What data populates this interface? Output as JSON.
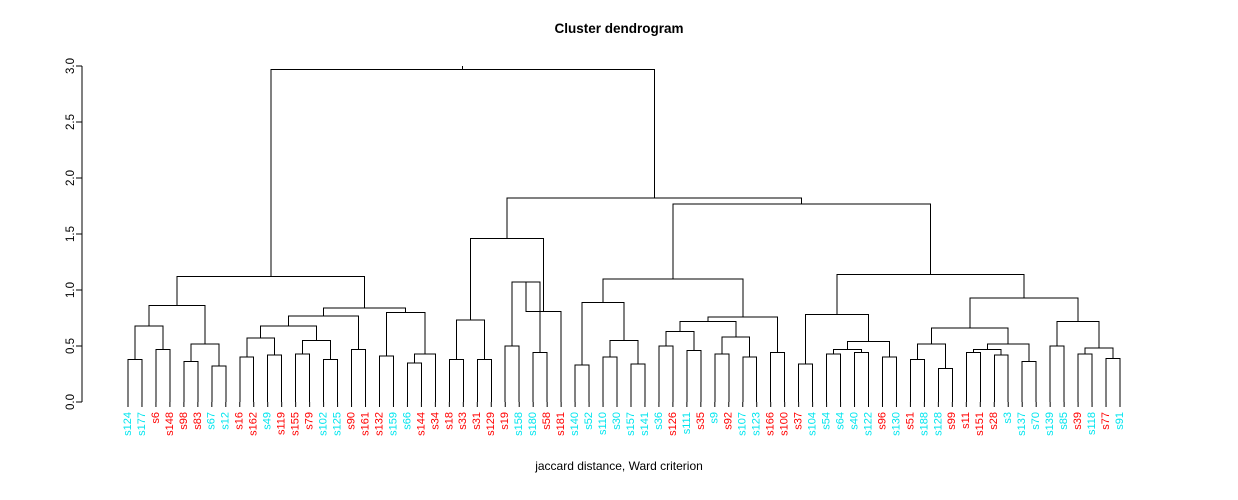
{
  "plot": {
    "title": "Cluster dendrogram",
    "xlabel": "jaccard distance, Ward criterion",
    "ylabel": ""
  },
  "colors": {
    "cyan": "#00E5EE",
    "red": "#FF0000",
    "line": "#000000",
    "background": "#FFFFFF"
  },
  "chart_data": {
    "type": "dendrogram",
    "title": "Cluster dendrogram",
    "xlabel": "jaccard distance, Ward criterion",
    "ylabel": "",
    "ylim": [
      0,
      3.0
    ],
    "yticks": [
      "0.0",
      "0.5",
      "1.0",
      "1.5",
      "2.0",
      "2.5",
      "3.0"
    ],
    "ytick_values": [
      0.0,
      0.5,
      1.0,
      1.5,
      2.0,
      2.5,
      3.0
    ],
    "grid": false,
    "legend": "none",
    "n_leaves": 76,
    "leaves": [
      {
        "label": "s124",
        "color": "cyan"
      },
      {
        "label": "s177",
        "color": "cyan"
      },
      {
        "label": "s6",
        "color": "red"
      },
      {
        "label": "s148",
        "color": "red"
      },
      {
        "label": "s98",
        "color": "red"
      },
      {
        "label": "s83",
        "color": "red"
      },
      {
        "label": "s67",
        "color": "cyan"
      },
      {
        "label": "s12",
        "color": "cyan"
      },
      {
        "label": "s16",
        "color": "red"
      },
      {
        "label": "s162",
        "color": "red"
      },
      {
        "label": "s49",
        "color": "cyan"
      },
      {
        "label": "s119",
        "color": "red"
      },
      {
        "label": "s155",
        "color": "red"
      },
      {
        "label": "s79",
        "color": "red"
      },
      {
        "label": "s102",
        "color": "cyan"
      },
      {
        "label": "s125",
        "color": "cyan"
      },
      {
        "label": "s90",
        "color": "red"
      },
      {
        "label": "s161",
        "color": "red"
      },
      {
        "label": "s132",
        "color": "red"
      },
      {
        "label": "s159",
        "color": "cyan"
      },
      {
        "label": "s66",
        "color": "cyan"
      },
      {
        "label": "s144",
        "color": "red"
      },
      {
        "label": "s34",
        "color": "red"
      },
      {
        "label": "s18",
        "color": "red"
      },
      {
        "label": "s33",
        "color": "red"
      },
      {
        "label": "s31",
        "color": "red"
      },
      {
        "label": "s129",
        "color": "red"
      },
      {
        "label": "s19",
        "color": "red"
      },
      {
        "label": "s158",
        "color": "cyan"
      },
      {
        "label": "s180",
        "color": "cyan"
      },
      {
        "label": "s58",
        "color": "red"
      },
      {
        "label": "s181",
        "color": "red"
      },
      {
        "label": "s140",
        "color": "cyan"
      },
      {
        "label": "s52",
        "color": "cyan"
      },
      {
        "label": "s110",
        "color": "cyan"
      },
      {
        "label": "s30",
        "color": "cyan"
      },
      {
        "label": "s157",
        "color": "cyan"
      },
      {
        "label": "s141",
        "color": "cyan"
      },
      {
        "label": "s36",
        "color": "cyan"
      },
      {
        "label": "s126",
        "color": "red"
      },
      {
        "label": "s111",
        "color": "cyan"
      },
      {
        "label": "s35",
        "color": "red"
      },
      {
        "label": "s9",
        "color": "cyan"
      },
      {
        "label": "s92",
        "color": "red"
      },
      {
        "label": "s107",
        "color": "cyan"
      },
      {
        "label": "s123",
        "color": "cyan"
      },
      {
        "label": "s166",
        "color": "red"
      },
      {
        "label": "s100",
        "color": "red"
      },
      {
        "label": "s37",
        "color": "red"
      },
      {
        "label": "s104",
        "color": "cyan"
      },
      {
        "label": "s54",
        "color": "cyan"
      },
      {
        "label": "s64",
        "color": "cyan"
      },
      {
        "label": "s40",
        "color": "cyan"
      },
      {
        "label": "s122",
        "color": "cyan"
      },
      {
        "label": "s96",
        "color": "red"
      },
      {
        "label": "s130",
        "color": "cyan"
      },
      {
        "label": "s51",
        "color": "red"
      },
      {
        "label": "s188",
        "color": "cyan"
      },
      {
        "label": "s128",
        "color": "cyan"
      },
      {
        "label": "s99",
        "color": "red"
      },
      {
        "label": "s11",
        "color": "red"
      },
      {
        "label": "s151",
        "color": "red"
      },
      {
        "label": "s28",
        "color": "red"
      },
      {
        "label": "s3",
        "color": "cyan"
      },
      {
        "label": "s137",
        "color": "cyan"
      },
      {
        "label": "s70",
        "color": "cyan"
      },
      {
        "label": "s139",
        "color": "cyan"
      },
      {
        "label": "s85",
        "color": "cyan"
      },
      {
        "label": "s39",
        "color": "red"
      },
      {
        "label": "s118",
        "color": "cyan"
      },
      {
        "label": "s77",
        "color": "red"
      },
      {
        "label": "s91",
        "color": "cyan"
      }
    ],
    "merges": [
      {
        "id": "m1",
        "a": {
          "leaf": 0
        },
        "b": {
          "leaf": 1
        },
        "height": 0.38
      },
      {
        "id": "m2",
        "a": {
          "leaf": 2
        },
        "b": {
          "leaf": 3
        },
        "height": 0.47
      },
      {
        "id": "m3",
        "a": {
          "node": "m1"
        },
        "b": {
          "node": "m2"
        },
        "height": 0.68
      },
      {
        "id": "m4",
        "a": {
          "leaf": 4
        },
        "b": {
          "leaf": 5
        },
        "height": 0.36
      },
      {
        "id": "m5",
        "a": {
          "leaf": 6
        },
        "b": {
          "leaf": 7
        },
        "height": 0.32
      },
      {
        "id": "m6",
        "a": {
          "node": "m4"
        },
        "b": {
          "node": "m5"
        },
        "height": 0.52
      },
      {
        "id": "m7",
        "a": {
          "node": "m3"
        },
        "b": {
          "node": "m6"
        },
        "height": 0.86
      },
      {
        "id": "m8",
        "a": {
          "leaf": 8
        },
        "b": {
          "leaf": 9
        },
        "height": 0.4
      },
      {
        "id": "m9",
        "a": {
          "leaf": 10
        },
        "b": {
          "leaf": 11
        },
        "height": 0.42
      },
      {
        "id": "m10",
        "a": {
          "node": "m8"
        },
        "b": {
          "node": "m9"
        },
        "height": 0.57
      },
      {
        "id": "m11",
        "a": {
          "leaf": 12
        },
        "b": {
          "leaf": 13
        },
        "height": 0.43
      },
      {
        "id": "m12",
        "a": {
          "leaf": 14
        },
        "b": {
          "leaf": 15
        },
        "height": 0.38
      },
      {
        "id": "m13",
        "a": {
          "node": "m11"
        },
        "b": {
          "node": "m12"
        },
        "height": 0.55
      },
      {
        "id": "m14",
        "a": {
          "node": "m10"
        },
        "b": {
          "node": "m13"
        },
        "height": 0.68
      },
      {
        "id": "m15",
        "a": {
          "leaf": 16
        },
        "b": {
          "leaf": 17
        },
        "height": 0.47
      },
      {
        "id": "m16",
        "a": {
          "node": "m14"
        },
        "b": {
          "node": "m15"
        },
        "height": 0.77
      },
      {
        "id": "m17",
        "a": {
          "leaf": 18
        },
        "b": {
          "leaf": 19
        },
        "height": 0.41
      },
      {
        "id": "m18",
        "a": {
          "leaf": 20
        },
        "b": {
          "leaf": 21
        },
        "height": 0.35
      },
      {
        "id": "m19",
        "a": {
          "leaf": 22
        },
        "b": {
          "node": "m18"
        },
        "height": 0.43
      },
      {
        "id": "m20",
        "a": {
          "node": "m17"
        },
        "b": {
          "node": "m19"
        },
        "height": 0.8
      },
      {
        "id": "m21",
        "a": {
          "node": "m16"
        },
        "b": {
          "node": "m20"
        },
        "height": 0.84
      },
      {
        "id": "m22",
        "a": {
          "node": "m7"
        },
        "b": {
          "node": "m21"
        },
        "height": 1.12
      },
      {
        "id": "m23",
        "a": {
          "leaf": 23
        },
        "b": {
          "leaf": 24
        },
        "height": 0.38
      },
      {
        "id": "m24",
        "a": {
          "leaf": 25
        },
        "b": {
          "leaf": 26
        },
        "height": 0.38
      },
      {
        "id": "m25",
        "a": {
          "node": "m23"
        },
        "b": {
          "node": "m24"
        },
        "height": 0.73
      },
      {
        "id": "m26",
        "a": {
          "leaf": 27
        },
        "b": {
          "leaf": 28
        },
        "height": 0.5
      },
      {
        "id": "m27",
        "a": {
          "leaf": 29
        },
        "b": {
          "leaf": 30
        },
        "height": 0.44
      },
      {
        "id": "m28",
        "a": {
          "node": "m26"
        },
        "b": {
          "node": "m27"
        },
        "height": 1.07
      },
      {
        "id": "m29",
        "a": {
          "node": "m28"
        },
        "b": {
          "leaf": 31
        },
        "height": 0.81
      },
      {
        "id": "m30",
        "a": {
          "node": "m25"
        },
        "b": {
          "node": "m29"
        },
        "height": 1.46
      },
      {
        "id": "m31",
        "a": {
          "leaf": 32
        },
        "b": {
          "leaf": 33
        },
        "height": 0.33
      },
      {
        "id": "m32",
        "a": {
          "leaf": 34
        },
        "b": {
          "leaf": 35
        },
        "height": 0.4
      },
      {
        "id": "m33",
        "a": {
          "leaf": 36
        },
        "b": {
          "leaf": 37
        },
        "height": 0.34
      },
      {
        "id": "m34",
        "a": {
          "node": "m32"
        },
        "b": {
          "node": "m33"
        },
        "height": 0.55
      },
      {
        "id": "m35",
        "a": {
          "node": "m31"
        },
        "b": {
          "node": "m34"
        },
        "height": 0.89
      },
      {
        "id": "m36",
        "a": {
          "leaf": 38
        },
        "b": {
          "leaf": 39
        },
        "height": 0.5
      },
      {
        "id": "m37",
        "a": {
          "leaf": 40
        },
        "b": {
          "leaf": 41
        },
        "height": 0.46
      },
      {
        "id": "m38",
        "a": {
          "node": "m36"
        },
        "b": {
          "node": "m37"
        },
        "height": 0.63
      },
      {
        "id": "m39",
        "a": {
          "leaf": 42
        },
        "b": {
          "leaf": 43
        },
        "height": 0.43
      },
      {
        "id": "m40",
        "a": {
          "leaf": 44
        },
        "b": {
          "leaf": 45
        },
        "height": 0.4
      },
      {
        "id": "m41",
        "a": {
          "node": "m39"
        },
        "b": {
          "node": "m40"
        },
        "height": 0.58
      },
      {
        "id": "m42",
        "a": {
          "node": "m38"
        },
        "b": {
          "node": "m41"
        },
        "height": 0.72
      },
      {
        "id": "m43",
        "a": {
          "leaf": 46
        },
        "b": {
          "leaf": 47
        },
        "height": 0.44
      },
      {
        "id": "m44",
        "a": {
          "node": "m42"
        },
        "b": {
          "node": "m43"
        },
        "height": 0.76
      },
      {
        "id": "m45",
        "a": {
          "node": "m35"
        },
        "b": {
          "node": "m44"
        },
        "height": 1.1
      },
      {
        "id": "m46",
        "a": {
          "leaf": 48
        },
        "b": {
          "leaf": 49
        },
        "height": 0.34
      },
      {
        "id": "m47",
        "a": {
          "leaf": 50
        },
        "b": {
          "leaf": 51
        },
        "height": 0.43
      },
      {
        "id": "m48",
        "a": {
          "leaf": 52
        },
        "b": {
          "leaf": 53
        },
        "height": 0.44
      },
      {
        "id": "m49",
        "a": {
          "node": "m47"
        },
        "b": {
          "node": "m48"
        },
        "height": 0.47
      },
      {
        "id": "m50",
        "a": {
          "leaf": 54
        },
        "b": {
          "leaf": 55
        },
        "height": 0.4
      },
      {
        "id": "m51",
        "a": {
          "node": "m49"
        },
        "b": {
          "node": "m50"
        },
        "height": 0.54
      },
      {
        "id": "m52",
        "a": {
          "node": "m46"
        },
        "b": {
          "node": "m51"
        },
        "height": 0.78
      },
      {
        "id": "m53",
        "a": {
          "leaf": 56
        },
        "b": {
          "leaf": 57
        },
        "height": 0.38
      },
      {
        "id": "m54",
        "a": {
          "leaf": 58
        },
        "b": {
          "leaf": 59
        },
        "height": 0.3
      },
      {
        "id": "m55",
        "a": {
          "node": "m53"
        },
        "b": {
          "node": "m54"
        },
        "height": 0.52
      },
      {
        "id": "m56",
        "a": {
          "leaf": 60
        },
        "b": {
          "leaf": 61
        },
        "height": 0.44
      },
      {
        "id": "m57",
        "a": {
          "leaf": 62
        },
        "b": {
          "leaf": 63
        },
        "height": 0.42
      },
      {
        "id": "m58",
        "a": {
          "node": "m56"
        },
        "b": {
          "node": "m57"
        },
        "height": 0.47
      },
      {
        "id": "m59",
        "a": {
          "leaf": 64
        },
        "b": {
          "leaf": 65
        },
        "height": 0.36
      },
      {
        "id": "m60",
        "a": {
          "node": "m58"
        },
        "b": {
          "node": "m59"
        },
        "height": 0.52
      },
      {
        "id": "m61",
        "a": {
          "node": "m55"
        },
        "b": {
          "node": "m60"
        },
        "height": 0.66
      },
      {
        "id": "m62",
        "a": {
          "leaf": 66
        },
        "b": {
          "leaf": 67
        },
        "height": 0.5
      },
      {
        "id": "m63",
        "a": {
          "leaf": 68
        },
        "b": {
          "leaf": 69
        },
        "height": 0.43
      },
      {
        "id": "m64",
        "a": {
          "leaf": 70
        },
        "b": {
          "leaf": 71
        },
        "height": 0.39
      },
      {
        "id": "m65",
        "a": {
          "node": "m63"
        },
        "b": {
          "node": "m64"
        },
        "height": 0.48
      },
      {
        "id": "m66",
        "a": {
          "node": "m62"
        },
        "b": {
          "node": "m65"
        },
        "height": 0.72
      },
      {
        "id": "m67",
        "a": {
          "node": "m61"
        },
        "b": {
          "node": "m66"
        },
        "height": 0.93
      },
      {
        "id": "m68",
        "a": {
          "node": "m52"
        },
        "b": {
          "node": "m67"
        },
        "height": 1.14
      },
      {
        "id": "m69",
        "a": {
          "node": "m45"
        },
        "b": {
          "node": "m68"
        },
        "height": 1.77
      },
      {
        "id": "m70",
        "a": {
          "node": "m30"
        },
        "b": {
          "node": "m69"
        },
        "height": 1.82
      },
      {
        "id": "m71",
        "a": {
          "node": "m22"
        },
        "b": {
          "node": "m70"
        },
        "height": 2.97
      }
    ]
  }
}
